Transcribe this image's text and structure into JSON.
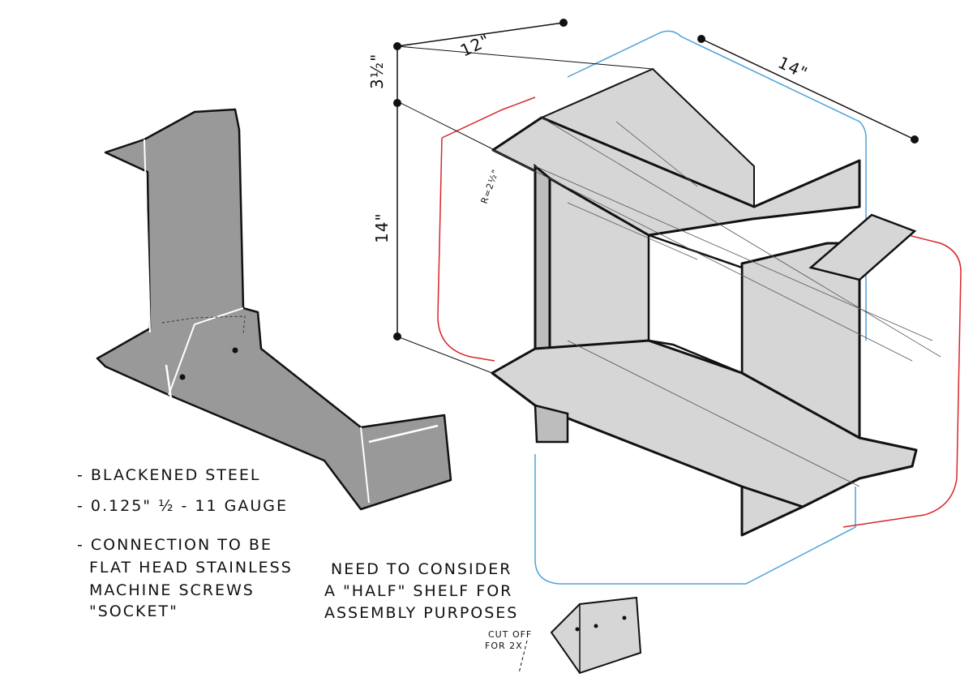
{
  "notes": {
    "material": "- BLACKENED STEEL",
    "thickness": "- 0.125\" ½ - 11 GAUGE",
    "connection_line1": "- CONNECTION TO BE",
    "connection_line2": "FLAT HEAD STAINLESS",
    "connection_line3": "MACHINE SCREWS",
    "connection_line4": "\"SOCKET\"",
    "half_shelf_line1": "NEED TO CONSIDER",
    "half_shelf_line2": "A \"HALF\" SHELF FOR",
    "half_shelf_line3": "ASSEMBLY PURPOSES",
    "cut_off_line1": "CUT OFF",
    "cut_off_line2": "FOR 2X"
  },
  "dimensions": {
    "depth_top": "3½\"",
    "width_top": "12\"",
    "width_right": "14\"",
    "height_left": "14\"",
    "radius_note": "R=2½\""
  },
  "colors": {
    "steel_fill": "#999999",
    "module_fill": "#d6d6d6",
    "ink": "#111111",
    "red_overlay": "#d8262c",
    "blue_overlay": "#4da3d9"
  }
}
